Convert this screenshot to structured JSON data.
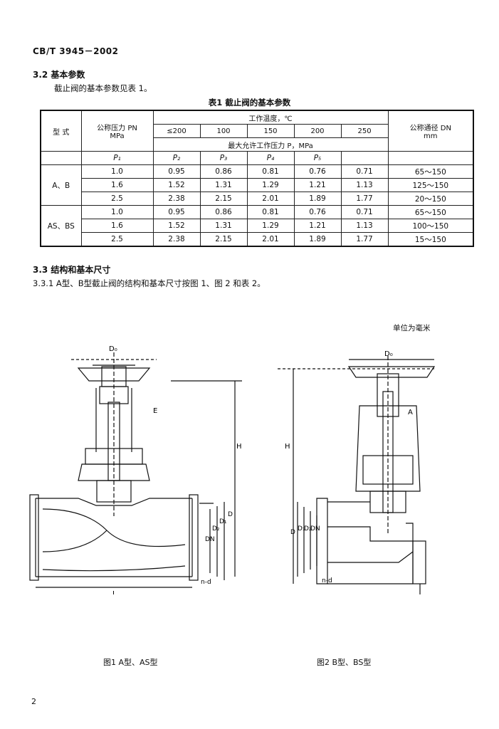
{
  "header": {
    "code": "CB/T 3945－2002"
  },
  "sec32": {
    "heading": "3.2  基本参数",
    "body": "截止阀的基本参数见表 1。"
  },
  "table": {
    "title": "表1  截止阀的基本参数",
    "h_type": "型 式",
    "h_pn": "公称压力 PN",
    "h_pn_unit": "MPa",
    "h_temp": "工作温度，℃",
    "temps": [
      "≤200",
      "100",
      "150",
      "200",
      "250"
    ],
    "h_dn": "公称通径 DN",
    "h_dn_unit": "mm",
    "h_p": "最大允许工作压力 P，MPa",
    "p_syms": [
      "P₁",
      "P₂",
      "P₃",
      "P₄",
      "P₅"
    ],
    "groups": [
      {
        "type": "A、B",
        "rows": [
          {
            "pn": "1.0",
            "vals": [
              "0.95",
              "0.86",
              "0.81",
              "0.76",
              "0.71"
            ],
            "dn": "65～150"
          },
          {
            "pn": "1.6",
            "vals": [
              "1.52",
              "1.31",
              "1.29",
              "1.21",
              "1.13"
            ],
            "dn": "125～150"
          },
          {
            "pn": "2.5",
            "vals": [
              "2.38",
              "2.15",
              "2.01",
              "1.89",
              "1.77"
            ],
            "dn": "20～150"
          }
        ]
      },
      {
        "type": "AS、BS",
        "rows": [
          {
            "pn": "1.0",
            "vals": [
              "0.95",
              "0.86",
              "0.81",
              "0.76",
              "0.71"
            ],
            "dn": "65～150"
          },
          {
            "pn": "1.6",
            "vals": [
              "1.52",
              "1.31",
              "1.29",
              "1.21",
              "1.13"
            ],
            "dn": "100～150"
          },
          {
            "pn": "2.5",
            "vals": [
              "2.38",
              "2.15",
              "2.01",
              "1.89",
              "1.77"
            ],
            "dn": "15～150"
          }
        ]
      }
    ]
  },
  "sec33": {
    "heading": "3.3  结构和基本尺寸",
    "sub": "3.3.1  A型、B型截止阀的结构和基本尺寸按图 1、图 2 和表 2。"
  },
  "unit_note": "单位为毫米",
  "fig1": {
    "caption": "图1  A型、AS型",
    "labels": {
      "d0": "D₀",
      "e": "E",
      "h1": "H₁",
      "l": "L",
      "d": "D",
      "d1": "D₁",
      "d2": "D₂",
      "dn": "DN",
      "nd": "n-d"
    }
  },
  "fig2": {
    "caption": "图2  B型、BS型",
    "labels": {
      "d0": "D₀",
      "a": "A",
      "h": "H",
      "d": "D",
      "d1": "D₁",
      "d2": "D₂",
      "dn": "DN",
      "nd": "n-d"
    }
  },
  "footer": {
    "page": "2"
  }
}
